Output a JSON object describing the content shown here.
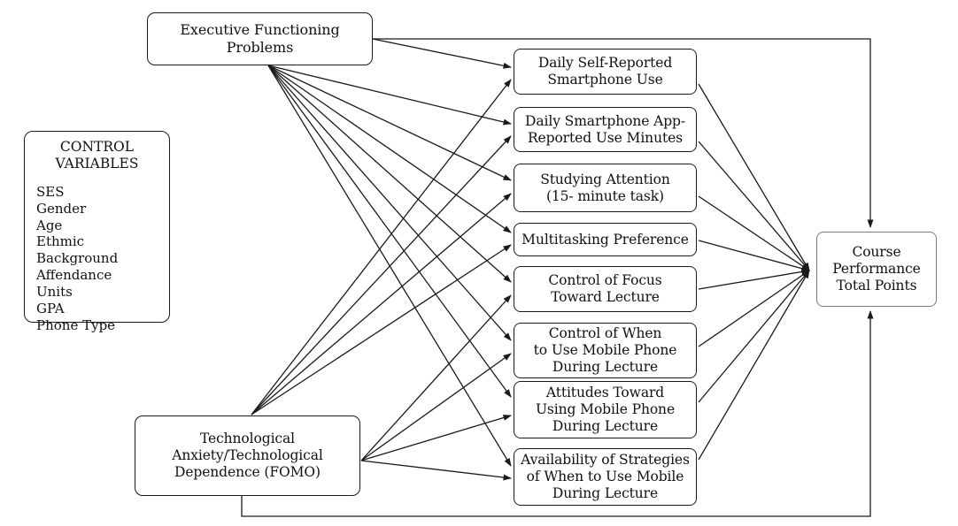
{
  "diagram": {
    "nodes": {
      "efp": {
        "label": "Executive Functioning\nProblems"
      },
      "control_variables": {
        "title": "CONTROL\nVARIABLES",
        "items": [
          "SES",
          "Gender",
          "Age",
          "Ethmic Background",
          "Affendance",
          "Units",
          "GPA",
          "Phone Type"
        ]
      },
      "ta": {
        "label": "Technological\nAnxiety/Technological\nDependence (FOMO)"
      },
      "m1": {
        "label": "Daily Self-Reported\nSmartphone Use"
      },
      "m2": {
        "label": "Daily Smartphone App-\nReported Use Minutes"
      },
      "m3": {
        "label": "Studying Attention\n(15- minute task)"
      },
      "m4": {
        "label": "Multitasking Preference"
      },
      "m5": {
        "label": "Control of Focus\nToward Lecture"
      },
      "m6": {
        "label": "Control of When\nto Use Mobile Phone\nDuring Lecture"
      },
      "m7": {
        "label": "Attitudes Toward\nUsing Mobile Phone\nDuring Lecture"
      },
      "m8": {
        "label": "Availability of Strategies\nof When to Use Mobile\nDuring Lecture"
      },
      "course": {
        "label": "Course\nPerformance\nTotal Points"
      }
    },
    "edges": [
      {
        "from": "efp",
        "to": "m1"
      },
      {
        "from": "efp",
        "to": "m2"
      },
      {
        "from": "efp",
        "to": "m3"
      },
      {
        "from": "efp",
        "to": "m4"
      },
      {
        "from": "efp",
        "to": "m5"
      },
      {
        "from": "efp",
        "to": "m6"
      },
      {
        "from": "efp",
        "to": "m7"
      },
      {
        "from": "efp",
        "to": "m8"
      },
      {
        "from": "efp",
        "to": "course"
      },
      {
        "from": "ta",
        "to": "m1"
      },
      {
        "from": "ta",
        "to": "m2"
      },
      {
        "from": "ta",
        "to": "m3"
      },
      {
        "from": "ta",
        "to": "m4"
      },
      {
        "from": "ta",
        "to": "m5"
      },
      {
        "from": "ta",
        "to": "m6"
      },
      {
        "from": "ta",
        "to": "m7"
      },
      {
        "from": "ta",
        "to": "m8"
      },
      {
        "from": "ta",
        "to": "course"
      },
      {
        "from": "m1",
        "to": "course"
      },
      {
        "from": "m2",
        "to": "course"
      },
      {
        "from": "m3",
        "to": "course"
      },
      {
        "from": "m4",
        "to": "course"
      },
      {
        "from": "m5",
        "to": "course"
      },
      {
        "from": "m6",
        "to": "course"
      },
      {
        "from": "m7",
        "to": "course"
      },
      {
        "from": "m8",
        "to": "course"
      }
    ],
    "colors": {
      "line": "#1a1a1a",
      "box_border": "#1a1a1a",
      "course_border": "#7a7a7a",
      "background": "#ffffff",
      "text": "#111111"
    }
  }
}
